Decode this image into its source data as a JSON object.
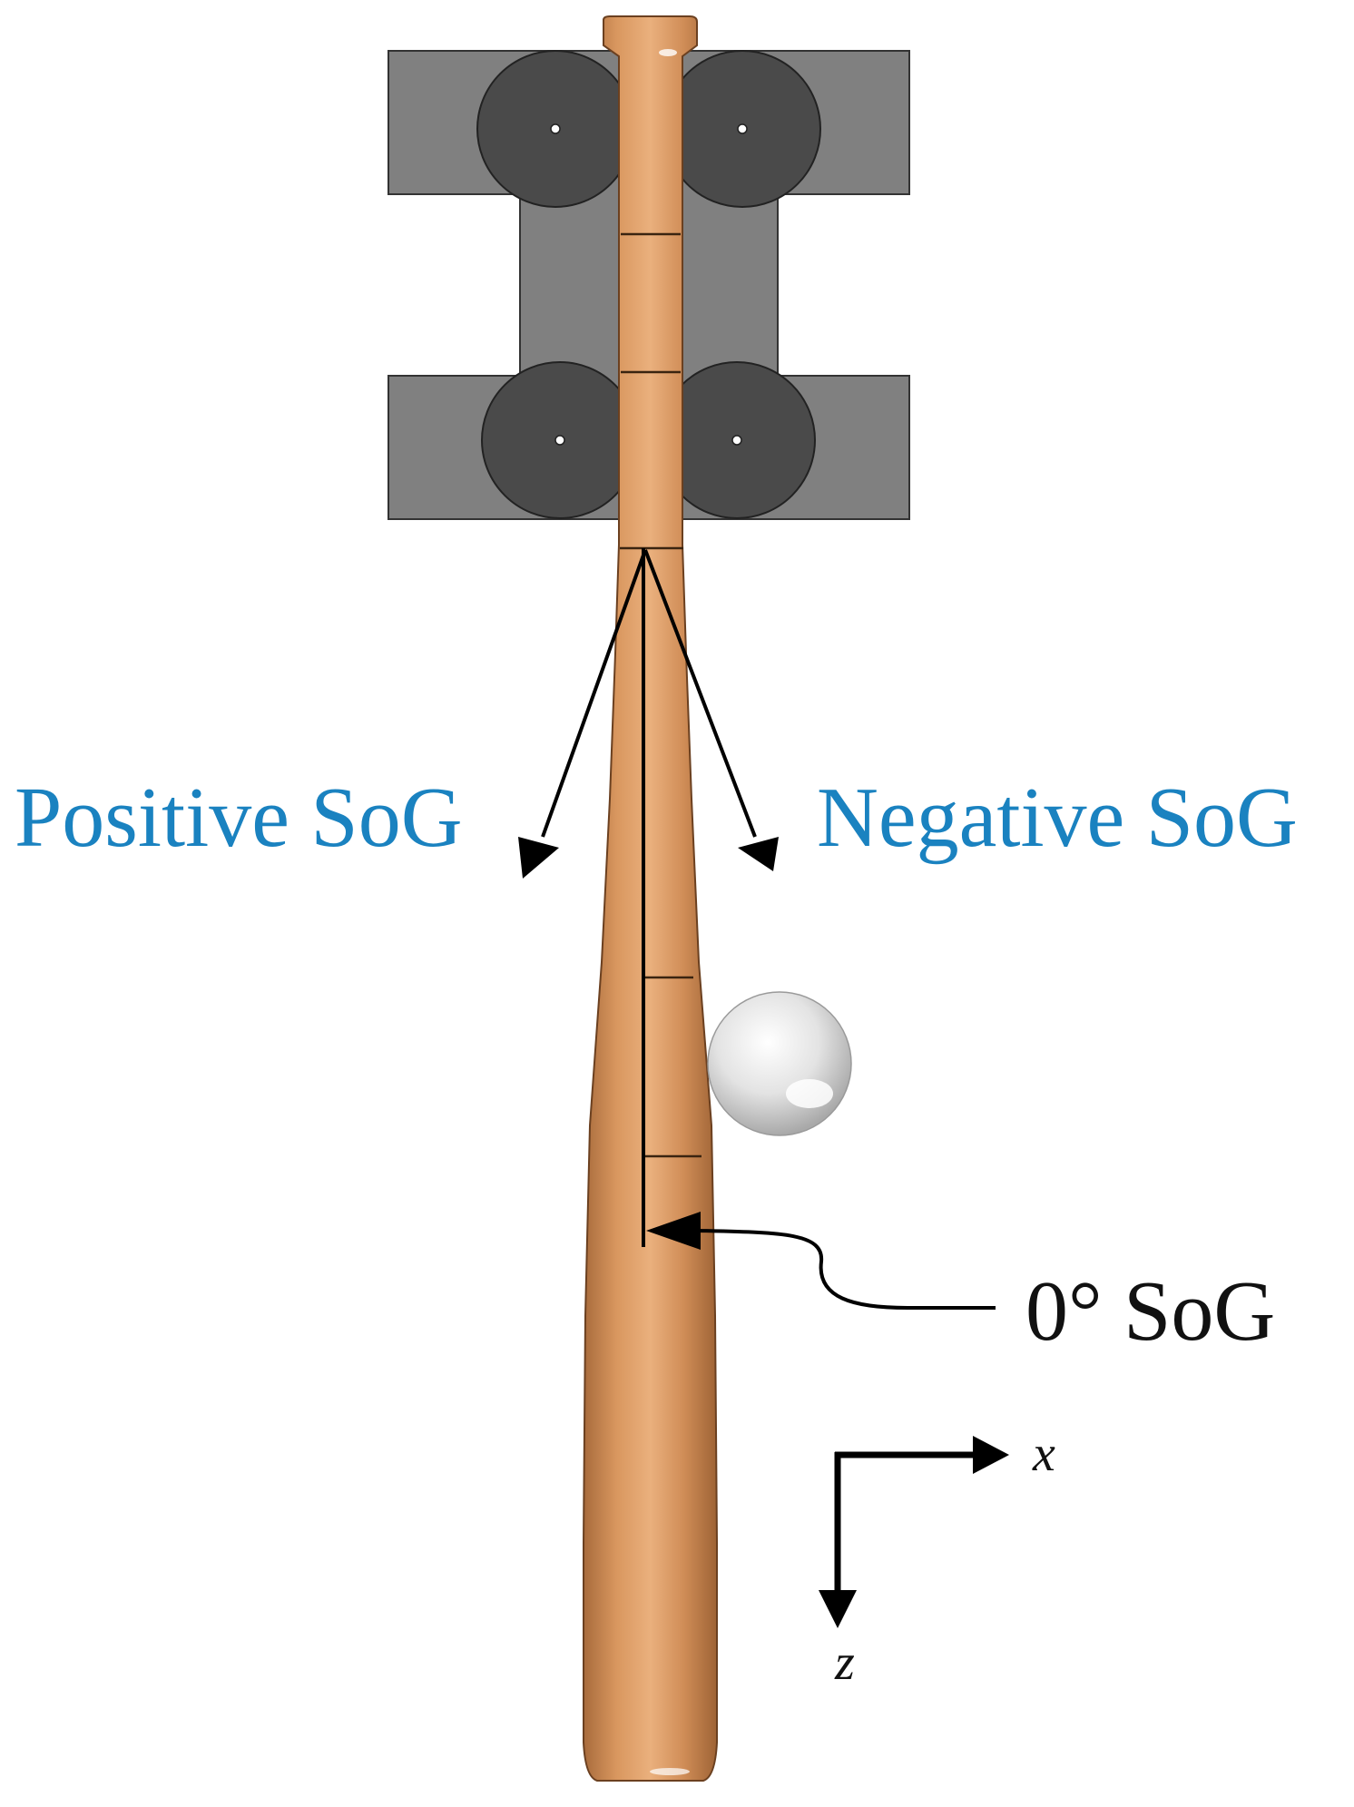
{
  "labels": {
    "positive": "Positive SoG",
    "negative": "Negative SoG",
    "zero": "0° SoG"
  },
  "axes": {
    "x": "x",
    "z": "z"
  },
  "colors": {
    "bat": "#d08d57",
    "bat_highlight": "#ecb586",
    "bat_shadow": "#9e6335",
    "fixture": "#7f7f7f",
    "roller": "#4a4a4a",
    "ball": "#e6e6e6",
    "label_blue": "#1a82c0",
    "line": "#000000"
  }
}
